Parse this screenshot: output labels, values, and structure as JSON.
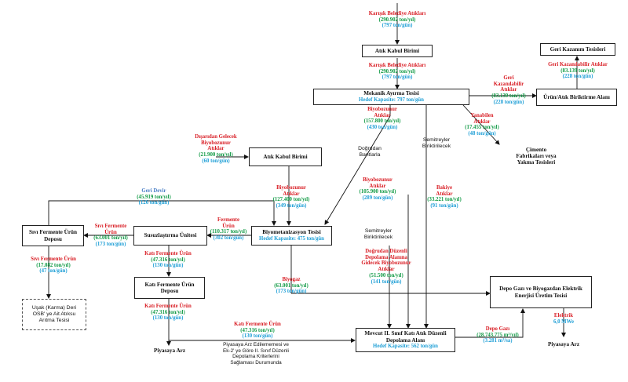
{
  "boxes": {
    "atik_kabul_1": "Atık Kabul Birimi",
    "geri_kazanim": "Geri Kazanım Tesisleri",
    "mekanik": "Mekanik Ayırma Tesisi",
    "mekanik_cap": "Hedef Kapasite: 797 ton/gün",
    "urun_alani": "Ürün/Atık Biriktirme Alanı",
    "atik_kabul_2": "Atık Kabul Birimi",
    "biyomet": "Biyometanizasyon Tesisi",
    "biyomet_cap": "Hedef Kapasite: 475 ton/gün",
    "susuz": "Susuzlaştırma Ünitesi",
    "sivi_depo": "Sıvı Fermente Ürün Deposu",
    "kati_depo": "Katı Fermente Ürün Deposu",
    "depo_gazi_tesisi": "Depo Gazı ve Biyogazdan Elektrik Enerjisi Üretim Tesisi",
    "duzenli_depo": "Mevcut II. Sınıf Katı Atık Düzenli Depolama Alanı",
    "duzenli_depo_cap": "Hedef Kapasite: 562 ton/gün",
    "usak_osb": "Uşak (Karma) Deri OSB' ye Ait Atıksu Arıtma Tesisi"
  },
  "labels": {
    "top_in": {
      "name": "Karışık Belediye Atıkları",
      "v1": "(290.902 ton/yıl)",
      "v2": "(797 ton/gün)"
    },
    "after_kabul": {
      "name": "Karışık Belediye Atıkları",
      "v1": "(290.902 ton/yıl)",
      "v2": "(797 ton/gün)"
    },
    "gk_atik": {
      "name": "Geri Kazanılabilir Atıklar",
      "v1": "(83.139 ton/yıl)",
      "v2": "(228 ton/gün)"
    },
    "gk_atik_left": {
      "name1": "Geri",
      "name2": "Kazanılabilir",
      "name3": "Atıklar",
      "v1": "(83.139 ton/yıl)",
      "v2": "(228 ton/gün)"
    },
    "yanabilen": {
      "name1": "Yanabilen",
      "name2": "Atıklar",
      "v1": "(17.455 ton/yıl)",
      "v2": "(48 ton/gün)"
    },
    "cimento": {
      "l1": "Çimento",
      "l2": "Fabrikaları veya",
      "l3": "Yakma Tesisleri"
    },
    "biyob_mek": {
      "n1": "Biyobozunur",
      "n2": "Atıklar",
      "v1": "(157.800 ton/yıl)",
      "v2": "(430 ton/gün)"
    },
    "dogrudan_bantlarla": {
      "l1": "Doğrudan",
      "l2": "Bantlarla"
    },
    "semitreyler_1": {
      "l1": "Semitreyler",
      "l2": "Biriktirilecek"
    },
    "disardan": {
      "n1": "Dışarıdan Gelecek",
      "n2": "Biyobozunur",
      "n3": "Atıklar",
      "v1": "(21.900 ton/yıl)",
      "v2": "(60 ton/gün)"
    },
    "biyob_kabul": {
      "n1": "Biyobozunur",
      "n2": "Atıklar",
      "v1": "(127.400 ton/yıl)",
      "v2": "(349 ton/gün)"
    },
    "biyob_right": {
      "n1": "Biyobozunur",
      "n2": "Atıklar",
      "v1": "(105.900 ton/yıl)",
      "v2": "(289 ton/gün)"
    },
    "bakiye": {
      "n1": "Bakiye",
      "n2": "Atıklar",
      "v1": "(33.221 ton/yıl)",
      "v2": "(91 ton/gün)"
    },
    "geri_devir": {
      "name": "Geri Devir",
      "v1": "(45.919 ton/yıl)",
      "v2": "(126 ton/gün)"
    },
    "fermente_urun": {
      "n1": "Fermente",
      "n2": "Ürün",
      "v1": "(110.317 ton/yıl)",
      "v2": "(302 ton/gün)"
    },
    "sivi_fermente": {
      "n1": "Sıvı Fermente",
      "n2": "Ürün",
      "v1": "(63.001 ton/yıl)",
      "v2": "(173 ton/gün)"
    },
    "sivi_fermente_2": {
      "name": "Sıvı Fermente Ürün",
      "v1": "(17.082 ton/yıl)",
      "v2": "(47 ton/gün)"
    },
    "kati_fermente_1": {
      "name": "Katı Fermente Ürün",
      "v1": "(47.316 ton/yıl)",
      "v2": "(130 ton/gün)"
    },
    "kati_fermente_2": {
      "name": "Katı Fermente Ürün",
      "v1": "(47.316 ton/yıl)",
      "v2": "(130 ton/gün)"
    },
    "kati_fermente_3": {
      "name": "Katı Fermente Ürün",
      "v1": "(47.316 ton/yıl)",
      "v2": "(130 ton/gün)"
    },
    "semitreyler_2": {
      "l1": "Semitreyler",
      "l2": "Biriktirilecek"
    },
    "dogrudan_duzenli": {
      "n1": "Doğrudan Düzenli",
      "n2": "Depolama Alanına",
      "n3": "Gidecek Biyobozunur",
      "n4": "Atıklar",
      "v1": "(51.500 ton/yıl)",
      "v2": "(141 ton/gün)"
    },
    "biyogaz": {
      "name": "Biyogaz",
      "v1": "(63.001 ton/yıl)",
      "v2": "(173 ton/gün)"
    },
    "depo_gazi": {
      "name": "Depo Gazı",
      "v1": "(28.743.775 m³/yıl)",
      "v2": "(3.281 m³/sa)"
    },
    "elektrik": {
      "name": "Elektrik",
      "v1": "6,0 MWe"
    },
    "piyasa_arz_1": "Piyasaya Arz",
    "piyasa_arz_2": "Piyasaya Arz",
    "piyasa_note": {
      "l1": "Piyasaya Arz Edilememesi ve",
      "l2": "Ek-2' ye Göre II. Sınıf Düzenli",
      "l3": "Depolama Kriterlerini",
      "l4": "Sağlaması Durumunda"
    }
  }
}
